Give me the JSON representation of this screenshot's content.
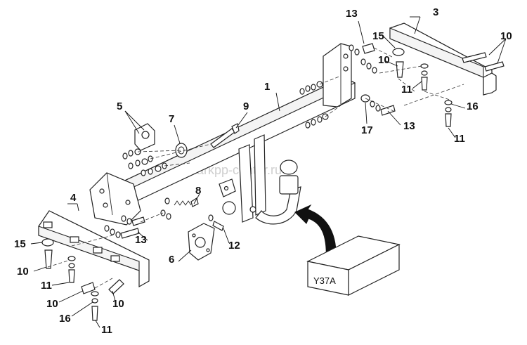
{
  "watermark": "farkpp-center.ru",
  "box_code": "Y37A",
  "callouts": {
    "c1": "1",
    "c3": "3",
    "c4": "4",
    "c5": "5",
    "c6": "6",
    "c7": "7",
    "c8": "8",
    "c9": "9",
    "c10a": "10",
    "c10b": "10",
    "c10c": "10",
    "c10d": "10",
    "c10e": "10",
    "c11a": "11",
    "c11b": "11",
    "c11c": "11",
    "c11d": "11",
    "c12": "12",
    "c13a": "13",
    "c13b": "13",
    "c13c": "13",
    "c15a": "15",
    "c15b": "15",
    "c16a": "16",
    "c16b": "16",
    "c17": "17"
  }
}
